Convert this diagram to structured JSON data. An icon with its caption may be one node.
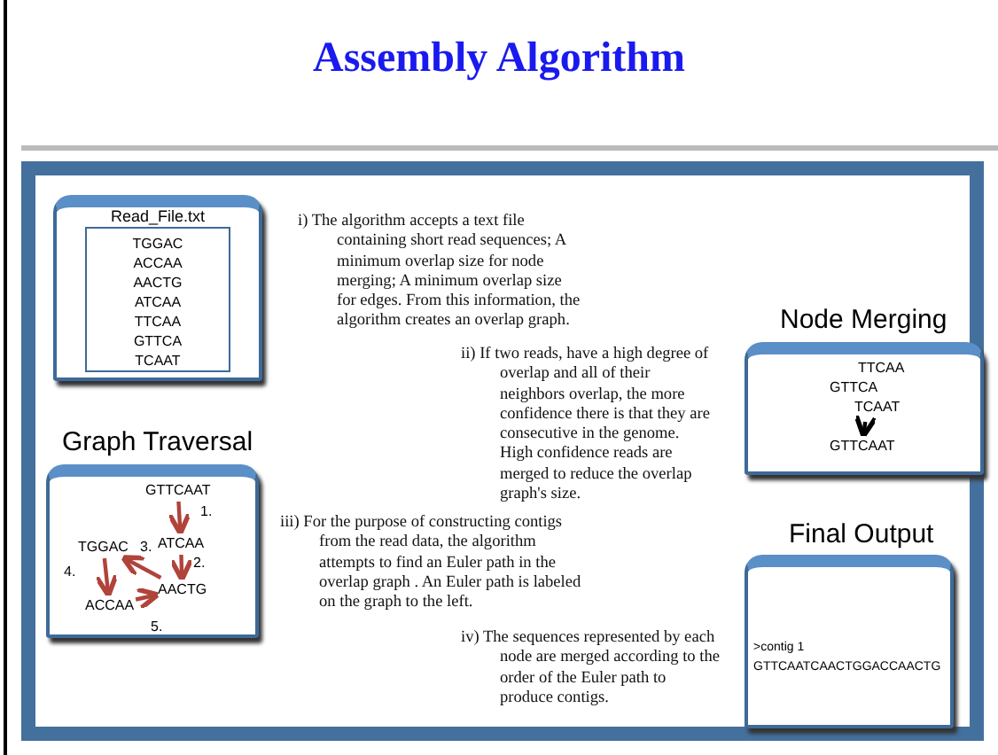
{
  "diagram": {
    "title": "Assembly Algorithm",
    "nodes": [
      {
        "text": [
          "Read_File.txt"
        ]
      },
      {
        "text": [
          "TGGAC",
          "ACCAA",
          "AACTG",
          "ATCAA",
          "TTCAA",
          "GTTCA",
          "TCAAT"
        ],
        "in": 0
      },
      {
        "text": [
          "Graph Traversal"
        ]
      },
      {
        "text": [
          "GTTCAAT"
        ],
        "in": 2
      },
      {
        "text": [
          "ATCAA"
        ],
        "in": 2
      },
      {
        "text": [
          "TGGAC"
        ],
        "in": 2
      },
      {
        "text": [
          "AACTG"
        ],
        "in": 2
      },
      {
        "text": [
          "ACCAA"
        ],
        "in": 2
      },
      {
        "text": [
          "Node Merging"
        ]
      },
      {
        "text": [
          "TTCAA",
          "GTTCA",
          "TCAAT"
        ],
        "in": 8
      },
      {
        "text": [
          "GTTCAAT"
        ],
        "in": 8
      },
      {
        "text": [
          "Final Output",
          ">contig 1",
          "GTTCAATCAACTGGACCAACTG"
        ]
      }
    ],
    "edges": [
      {
        "from": 3,
        "to": 4,
        "arrow": "to",
        "label": "1."
      },
      {
        "from": 4,
        "to": 6,
        "arrow": "to",
        "label": "2."
      },
      {
        "from": 6,
        "to": 5,
        "arrow": "to",
        "label": "3."
      },
      {
        "from": 5,
        "to": 7,
        "arrow": "to",
        "label": "4."
      },
      {
        "from": 7,
        "to": 6,
        "arrow": "to",
        "label": "5."
      },
      {
        "from": 9,
        "to": 10,
        "arrow": "to",
        "color": "#000000"
      }
    ],
    "labels": [
      "i) The algorithm accepts a text file containing short read sequences;  A minimum overlap size for node merging; A minimum overlap size for edges. From this information, the algorithm creates an overlap graph.",
      "ii) If two reads, have a high degree of overlap and all of their neighbors overlap, the more confidence there is that they are consecutive in the genome.  High confidence reads are merged to reduce the overlap graph's size.",
      "iii) For the purpose of constructing contigs from the read data,  the algorithm attempts to find an Euler path in the overlap graph . An Euler path is labeled on the graph to the left.",
      "iv) The sequences represented  by each node are merged  according to the order of the Euler path to produce contigs."
    ]
  }
}
